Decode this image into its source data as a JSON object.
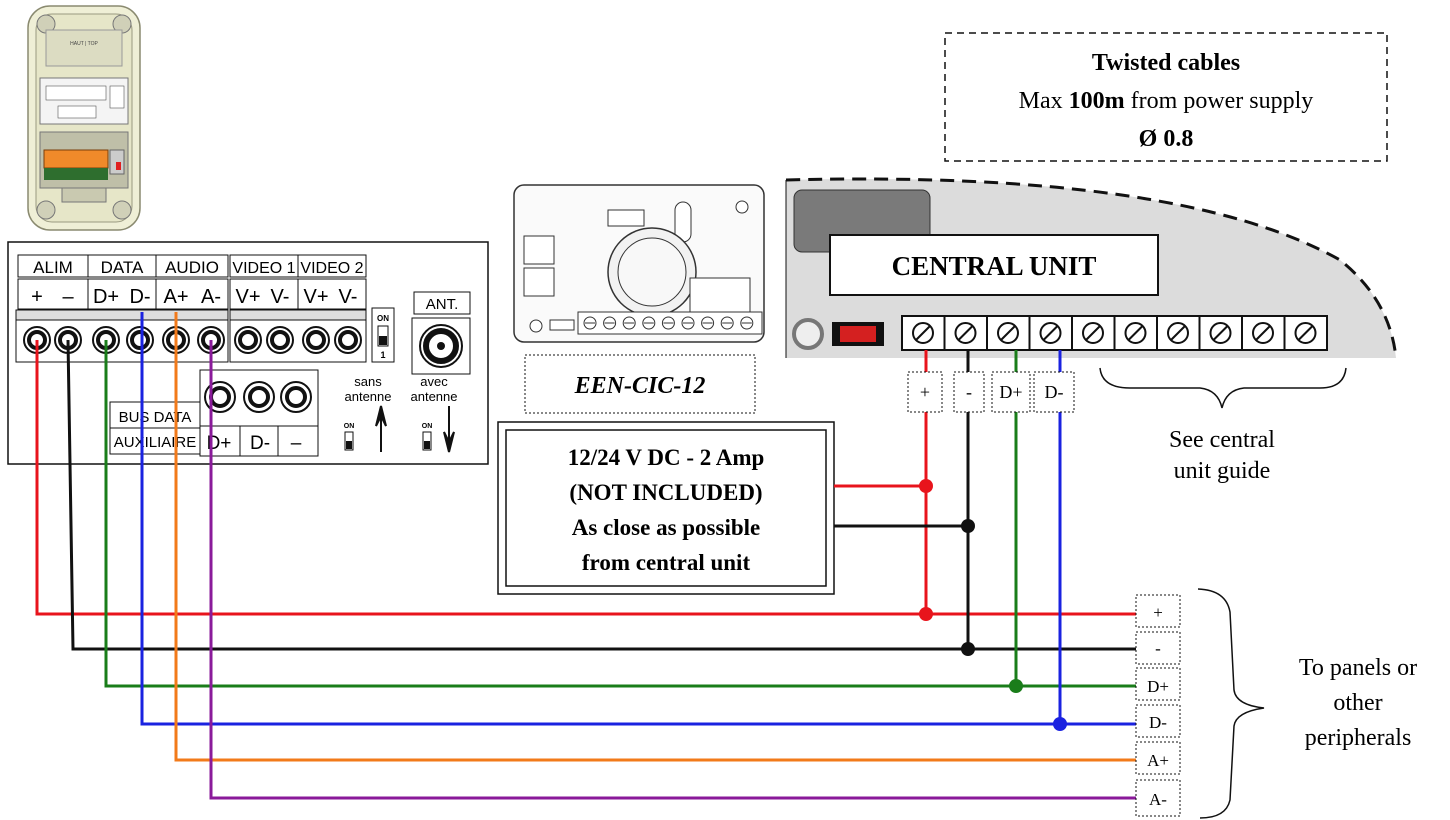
{
  "note_box": {
    "title": "Twisted cables",
    "line2_prefix": "Max ",
    "line2_bold": "100m",
    "line2_suffix": " from power supply",
    "line3": "Ø 0.8"
  },
  "panel": {
    "top_label": "HAUT | TOP",
    "headers": [
      "ALIM",
      "DATA",
      "AUDIO",
      "VIDEO 1",
      "VIDEO 2"
    ],
    "pins": [
      "+",
      "–",
      "D+",
      "D-",
      "A+",
      "A-",
      "V+",
      "V-",
      "V+",
      "V-"
    ],
    "ant_label": "ANT.",
    "switch_on": "ON",
    "switch_one": "1",
    "sans_antenne": [
      "sans",
      "antenne"
    ],
    "avec_antenne": [
      "avec",
      "antenne"
    ],
    "bus_data": [
      "BUS DATA",
      "AUXILIAIRE"
    ],
    "aux_pins": [
      "D+",
      "D-",
      "–"
    ]
  },
  "module": {
    "name": "EEN-CIC-12"
  },
  "power_supply": {
    "lines": [
      "12/24 V DC - 2 Amp",
      "(NOT INCLUDED)",
      "As close as possible",
      "from central unit"
    ]
  },
  "central_unit": {
    "title": "CENTRAL UNIT",
    "terminal_labels": [
      "+",
      "-",
      "D+",
      "D-"
    ],
    "guide_note": [
      "See central",
      "unit guide"
    ]
  },
  "right_terminals": [
    "+",
    "-",
    "D+",
    "D-",
    "A+",
    "A-"
  ],
  "peripherals_note": [
    "To panels or",
    "other",
    "peripherals"
  ],
  "colors": {
    "power_plus": "#e8141c",
    "power_minus": "#111111",
    "data_plus": "#1a7d1a",
    "data_minus": "#1a22e0",
    "audio_plus": "#f27a1a",
    "audio_minus": "#8a1a9a"
  }
}
